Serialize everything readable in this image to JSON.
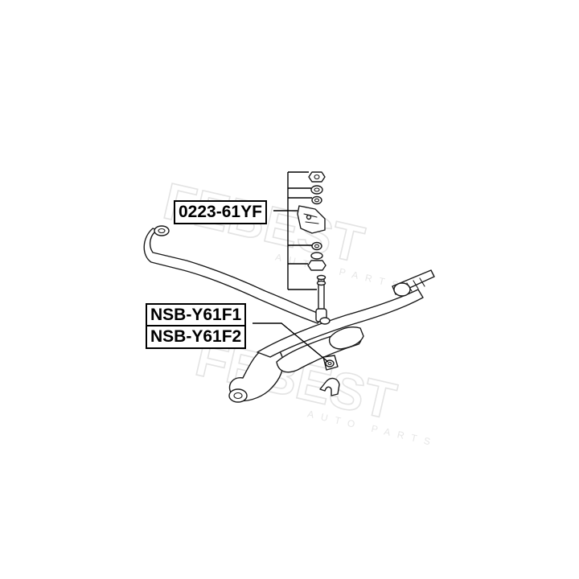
{
  "watermark": {
    "brand": "FEBEST",
    "tagline": "AUTO PARTS"
  },
  "parts": {
    "link_label": "0223-61YF",
    "bushing_label_1": "NSB-Y61F1",
    "bushing_label_2": "NSB-Y61F2"
  },
  "colors": {
    "line": "#1a1a1a",
    "watermark": "#e3e3e3",
    "background": "#ffffff"
  }
}
